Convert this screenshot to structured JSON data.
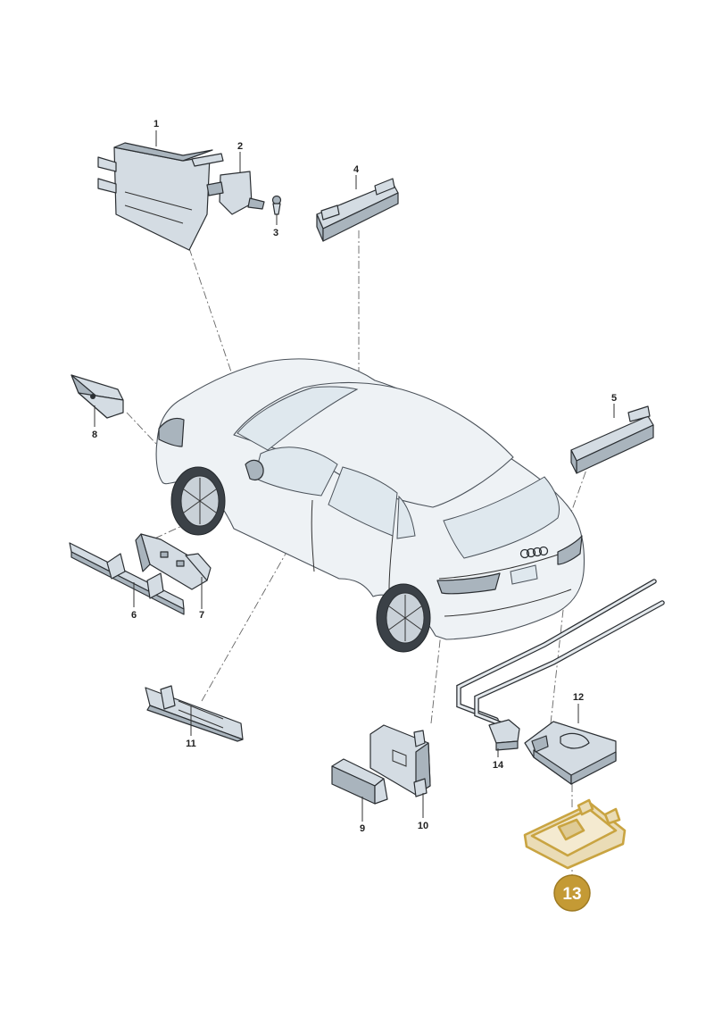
{
  "labels": {
    "p1": "1",
    "p2": "2",
    "p3": "3",
    "p4": "4",
    "p5": "5",
    "p6": "6",
    "p7": "7",
    "p8": "8",
    "p9": "9",
    "p10": "10",
    "p11": "11",
    "p12": "12",
    "p13": "13",
    "p14": "14"
  },
  "colors": {
    "highlight": "#c49a35",
    "highlight_fill": "#eadcb6",
    "part_fill": "#d4dce3",
    "line": "#2b2f33"
  },
  "highlighted_part": "13"
}
